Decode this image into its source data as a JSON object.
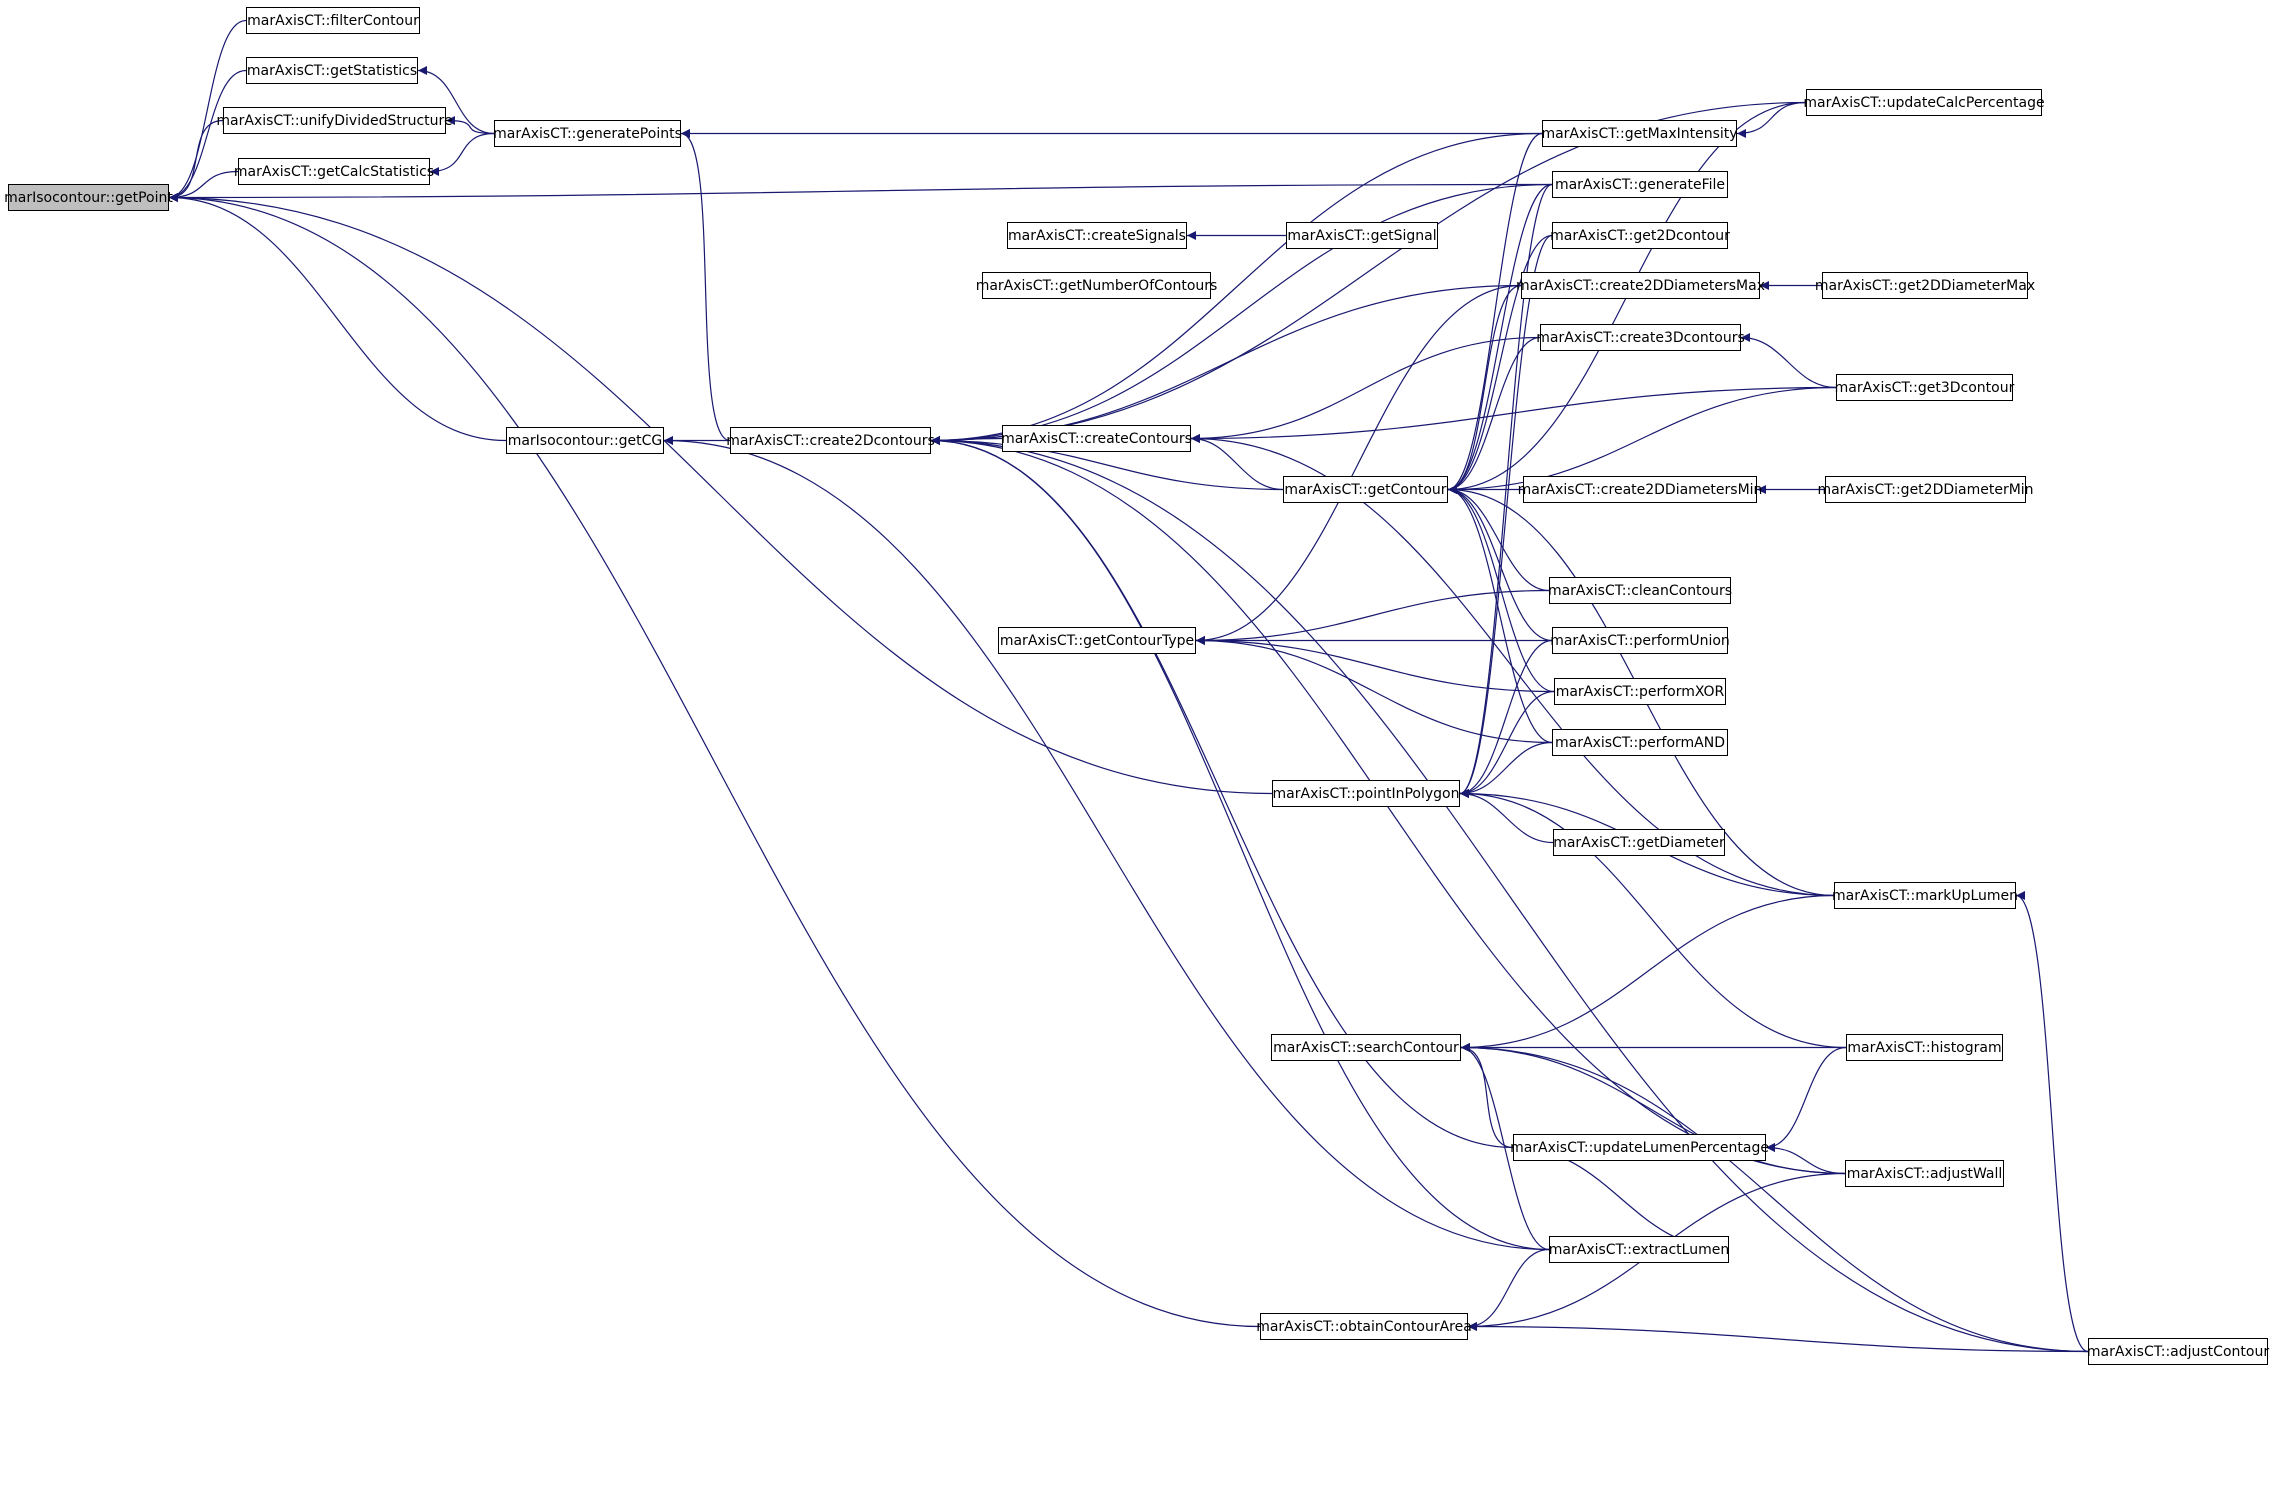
{
  "graph": {
    "nodes": {
      "getPoint": "marIsocontour::getPoint",
      "filterContour": "marAxisCT::filterContour",
      "getStatistics": "marAxisCT::getStatistics",
      "unifyDividedStructure": "marAxisCT::unifyDividedStructure",
      "getCalcStatistics": "marAxisCT::getCalcStatistics",
      "generatePoints": "marAxisCT::generatePoints",
      "getCG": "marIsocontour::getCG",
      "create2Dcontours": "marAxisCT::create2Dcontours",
      "createSignals": "marAxisCT::createSignals",
      "getNumberOfContours": "marAxisCT::getNumberOfContours",
      "createContours": "marAxisCT::createContours",
      "getContourType": "marAxisCT::getContourType",
      "getSignal": "marAxisCT::getSignal",
      "getContour": "marAxisCT::getContour",
      "pointInPolygon": "marAxisCT::pointInPolygon",
      "searchContour": "marAxisCT::searchContour",
      "obtainContourArea": "marAxisCT::obtainContourArea",
      "getMaxIntensity": "marAxisCT::getMaxIntensity",
      "generateFile": "marAxisCT::generateFile",
      "get2Dcontour": "marAxisCT::get2Dcontour",
      "create2DDiametersMax": "marAxisCT::create2DDiametersMax",
      "create3Dcontours": "marAxisCT::create3Dcontours",
      "create2DDiametersMin": "marAxisCT::create2DDiametersMin",
      "cleanContours": "marAxisCT::cleanContours",
      "performUnion": "marAxisCT::performUnion",
      "performXOR": "marAxisCT::performXOR",
      "performAND": "marAxisCT::performAND",
      "getDiameter": "marAxisCT::getDiameter",
      "updateLumenPercentage": "marAxisCT::updateLumenPercentage",
      "extractLumen": "marAxisCT::extractLumen",
      "updateCalcPercentage": "marAxisCT::updateCalcPercentage",
      "get2DDiameterMax": "marAxisCT::get2DDiameterMax",
      "get3Dcontour": "marAxisCT::get3Dcontour",
      "get2DDiameterMin": "marAxisCT::get2DDiameterMin",
      "markUpLumen": "marAxisCT::markUpLumen",
      "histogram": "marAxisCT::histogram",
      "adjustWall": "marAxisCT::adjustWall",
      "adjustContour": "marAxisCT::adjustContour"
    },
    "edges": [
      [
        "filterContour",
        "getPoint"
      ],
      [
        "getStatistics",
        "getPoint"
      ],
      [
        "unifyDividedStructure",
        "getPoint"
      ],
      [
        "getCalcStatistics",
        "getPoint"
      ],
      [
        "generateFile",
        "getPoint"
      ],
      [
        "getCG",
        "getPoint"
      ],
      [
        "pointInPolygon",
        "getPoint"
      ],
      [
        "obtainContourArea",
        "getPoint"
      ],
      [
        "generatePoints",
        "getStatistics"
      ],
      [
        "generatePoints",
        "unifyDividedStructure"
      ],
      [
        "generatePoints",
        "getCalcStatistics"
      ],
      [
        "create2Dcontours",
        "generatePoints"
      ],
      [
        "getMaxIntensity",
        "generatePoints"
      ],
      [
        "create2Dcontours",
        "getCG"
      ],
      [
        "extractLumen",
        "getCG"
      ],
      [
        "createContours",
        "create2Dcontours"
      ],
      [
        "getContour",
        "create2Dcontours"
      ],
      [
        "updateCalcPercentage",
        "create2Dcontours"
      ],
      [
        "getMaxIntensity",
        "create2Dcontours"
      ],
      [
        "generateFile",
        "create2Dcontours"
      ],
      [
        "create2DDiametersMax",
        "create2Dcontours"
      ],
      [
        "updateLumenPercentage",
        "create2Dcontours"
      ],
      [
        "adjustWall",
        "create2Dcontours"
      ],
      [
        "adjustContour",
        "create2Dcontours"
      ],
      [
        "extractLumen",
        "create2Dcontours"
      ],
      [
        "getSignal",
        "createSignals"
      ],
      [
        "create3Dcontours",
        "createContours"
      ],
      [
        "get3Dcontour",
        "createContours"
      ],
      [
        "markUpLumen",
        "createContours"
      ],
      [
        "getContour",
        "createContours"
      ],
      [
        "cleanContours",
        "getContourType"
      ],
      [
        "performUnion",
        "getContourType"
      ],
      [
        "performXOR",
        "getContourType"
      ],
      [
        "performAND",
        "getContourType"
      ],
      [
        "create2DDiametersMax",
        "getContourType"
      ],
      [
        "generateFile",
        "getContour"
      ],
      [
        "get2Dcontour",
        "getContour"
      ],
      [
        "create2DDiametersMax",
        "getContour"
      ],
      [
        "create3Dcontours",
        "getContour"
      ],
      [
        "create2DDiametersMin",
        "getContour"
      ],
      [
        "cleanContours",
        "getContour"
      ],
      [
        "performUnion",
        "getContour"
      ],
      [
        "performXOR",
        "getContour"
      ],
      [
        "performAND",
        "getContour"
      ],
      [
        "updateCalcPercentage",
        "getContour"
      ],
      [
        "getMaxIntensity",
        "getContour"
      ],
      [
        "markUpLumen",
        "getContour"
      ],
      [
        "get3Dcontour",
        "getContour"
      ],
      [
        "getDiameter",
        "pointInPolygon"
      ],
      [
        "performUnion",
        "pointInPolygon"
      ],
      [
        "performXOR",
        "pointInPolygon"
      ],
      [
        "performAND",
        "pointInPolygon"
      ],
      [
        "get2Dcontour",
        "pointInPolygon"
      ],
      [
        "generateFile",
        "pointInPolygon"
      ],
      [
        "markUpLumen",
        "pointInPolygon"
      ],
      [
        "histogram",
        "pointInPolygon"
      ],
      [
        "markUpLumen",
        "searchContour"
      ],
      [
        "histogram",
        "searchContour"
      ],
      [
        "updateLumenPercentage",
        "searchContour"
      ],
      [
        "adjustWall",
        "searchContour"
      ],
      [
        "adjustContour",
        "searchContour"
      ],
      [
        "extractLumen",
        "searchContour"
      ],
      [
        "extractLumen",
        "obtainContourArea"
      ],
      [
        "adjustWall",
        "obtainContourArea"
      ],
      [
        "adjustContour",
        "obtainContourArea"
      ],
      [
        "updateCalcPercentage",
        "getMaxIntensity"
      ],
      [
        "get2DDiameterMax",
        "create2DDiametersMax"
      ],
      [
        "get3Dcontour",
        "create3Dcontours"
      ],
      [
        "get2DDiameterMin",
        "create2DDiametersMin"
      ],
      [
        "histogram",
        "updateLumenPercentage"
      ],
      [
        "adjustWall",
        "updateLumenPercentage"
      ],
      [
        "updateLumenPercentage",
        "extractLumen"
      ],
      [
        "adjustContour",
        "markUpLumen"
      ]
    ]
  }
}
